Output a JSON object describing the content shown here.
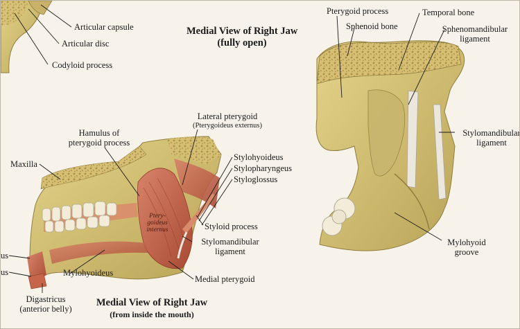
{
  "titles": {
    "top": {
      "line1": "Medial View of Right Jaw",
      "line2": "(fully open)"
    },
    "bottom": {
      "line1": "Medial View of Right Jaw",
      "line2": "(from inside the mouth)"
    }
  },
  "labels": {
    "articular_capsule": "Articular capsule",
    "articular_disc": "Articular disc",
    "condyloid_process": "Codyloid process",
    "pterygoid_process": "Pterygoid process",
    "sphenoid_bone": "Sphenoid bone",
    "temporal_bone": "Temporal bone",
    "sphenomandibular_1": "Sphenomandibular",
    "sphenomandibular_2": "ligament",
    "stylomandibular_right_1": "Stylomandibular",
    "stylomandibular_right_2": "ligament",
    "mylohyoid_groove_1": "Mylohyoid",
    "mylohyoid_groove_2": "groove",
    "lateral_pterygoid": "Lateral pterygoid",
    "lateral_pterygoid_sub": "(Pterygoideus externus)",
    "hamulus_1": "Hamulus of",
    "hamulus_2": "pterygoid process",
    "maxilla": "Maxilla",
    "stylohyoideus": "Stylohyoideus",
    "stylopharyngeus": "Stylopharyngeus",
    "styloglossus": "Styloglossus",
    "styloid_process": "Styloid process",
    "stylomandibular_left_1": "Stylomandibular",
    "stylomandibular_left_2": "ligament",
    "medial_pterygoid": "Medial pterygoid",
    "mylohyoideus": "Mylohyoideus",
    "digastricus_1": "Digastricus",
    "digastricus_2": "(anterior belly)",
    "cut_left_1": "us",
    "cut_left_2": "us",
    "muscle_text_1": "Ptery-",
    "muscle_text_2": "goideus",
    "muscle_text_3": "internus"
  },
  "colors": {
    "background": "#f7f3eb",
    "bone": "#d9c77a",
    "bone_shadow": "#b9a558",
    "marrow": "#c9b16a",
    "muscle": "#c7654a",
    "gum": "#d98a6a",
    "tooth": "#f2ecd8",
    "ligament": "#e9e6dc"
  }
}
